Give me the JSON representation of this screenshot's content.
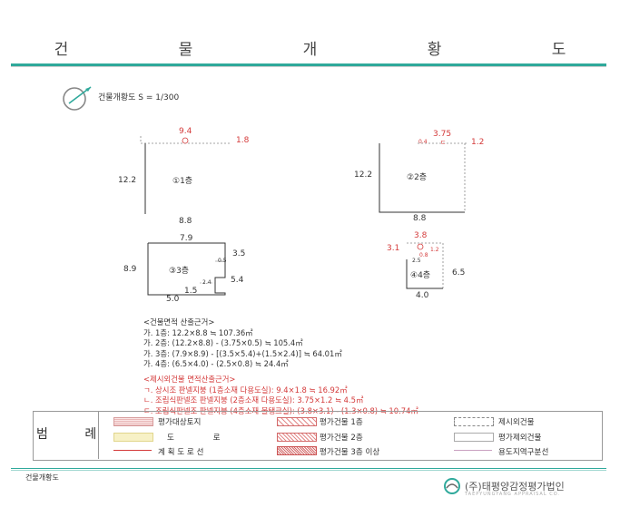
{
  "title": "건 물 개 황 도",
  "scale_label": "건물개황도 S = 1/300",
  "plans": {
    "f1": {
      "name": "①1층",
      "top": "9.4",
      "top_right": "1.8",
      "left": "12.2",
      "bottom": "8.8"
    },
    "f2": {
      "name": "②2층",
      "top": "3.75",
      "top_right": "1.2",
      "left": "12.2",
      "bottom": "8.8",
      "mark": "ㄷ",
      "mark_small": "0.4"
    },
    "f3": {
      "name": "③3층",
      "top": "7.9",
      "right_top": "3.5",
      "left": "8.9",
      "right": "5.4",
      "bottom": "5.0",
      "inner_bottom": "1.5",
      "inner_a": "2.4",
      "inner_b": "0.5"
    },
    "f4": {
      "name": "④4층",
      "top": "3.8",
      "left": "3.1",
      "right": "6.5",
      "bottom": "4.0",
      "inner_a": "1.2",
      "inner_b": "0.8",
      "inner_c": "2.5"
    }
  },
  "notes": {
    "area_title": "<건물면적 산출근거>",
    "area_lines": [
      "가. 1층: 12.2×8.8 ≒ 107.36㎡",
      "가. 2층: (12.2×8.8) - (3.75×0.5) ≒ 105.4㎡",
      "가. 3층: (7.9×8.9) - [(3.5×5.4)+(1.5×2.4)] ≒ 64.01㎡",
      "가. 4층: (6.5×4.0) - (2.5×0.8) ≒ 24.4㎡"
    ],
    "excl_title": "<제시외건물 면적산출근거>",
    "excl_lines": [
      "ㄱ. 상시조 판넬지붕 (1층소재 다용도실): 9.4×1.8 ≒ 16.92㎡",
      "ㄴ. 조립식판넬조 판넬지붕 (2층소재 다용도실): 3.75×1.2 ≒ 4.5㎡",
      "ㄷ. 조립식판넬조 판넬지붕 (4층소재 물탱크실): (3.8×3.1) - (1.3×0.8) ≒ 10.74㎡"
    ]
  },
  "legend": {
    "title": "범 례",
    "items": [
      "평가대상토지",
      "평가건물 1층",
      "제시외건물",
      "도 로",
      "평가건물 2층",
      "평가제외건물",
      "계 획 도 로 선",
      "평가건물 3층 이상",
      "용도지역구분선"
    ]
  },
  "footer": {
    "left": "건물개황도",
    "company": "(주)태평양감정평가법인",
    "company_sub": "TAEPYUNGYANG APPRAISAL CO."
  },
  "colors": {
    "accent": "#2fa99b",
    "red": "#d43a3a"
  }
}
